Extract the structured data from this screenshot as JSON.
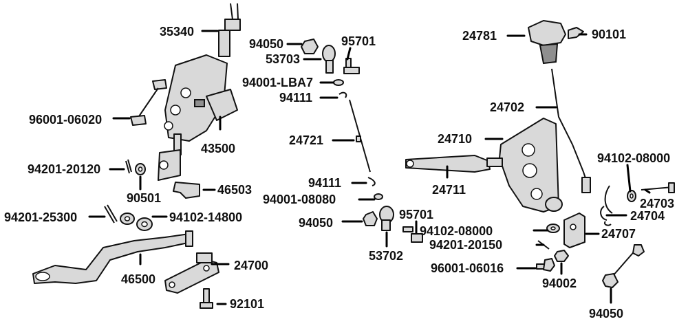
{
  "labels": {
    "p35340": "35340",
    "p94050_top": "94050",
    "p95701_top": "95701",
    "p53703": "53703",
    "p24781": "24781",
    "p90101": "90101",
    "p94001_lba7": "94001-LBA7",
    "p94111_top": "94111",
    "p24702": "24702",
    "p96001_06020": "96001-06020",
    "p43500": "43500",
    "p24721": "24721",
    "p24710": "24710",
    "p94201_20120": "94201-20120",
    "p94102_08000_right": "94102-08000",
    "p46503": "46503",
    "p90501": "90501",
    "p94111_bottom": "94111",
    "p24711": "24711",
    "p94001_08080": "94001-08080",
    "p24703": "24703",
    "p94201_25300": "94201-25300",
    "p94102_14800": "94102-14800",
    "p95701_bottom": "95701",
    "p24704": "24704",
    "p94050_mid": "94050",
    "p94102_08000_mid": "94102-08000",
    "p24707": "24707",
    "p94201_20150": "94201-20150",
    "p53702": "53702",
    "p46500": "46500",
    "p24700": "24700",
    "p96001_06016": "96001-06016",
    "p94002": "94002",
    "p92101": "92101",
    "p94050_bottom": "94050"
  }
}
